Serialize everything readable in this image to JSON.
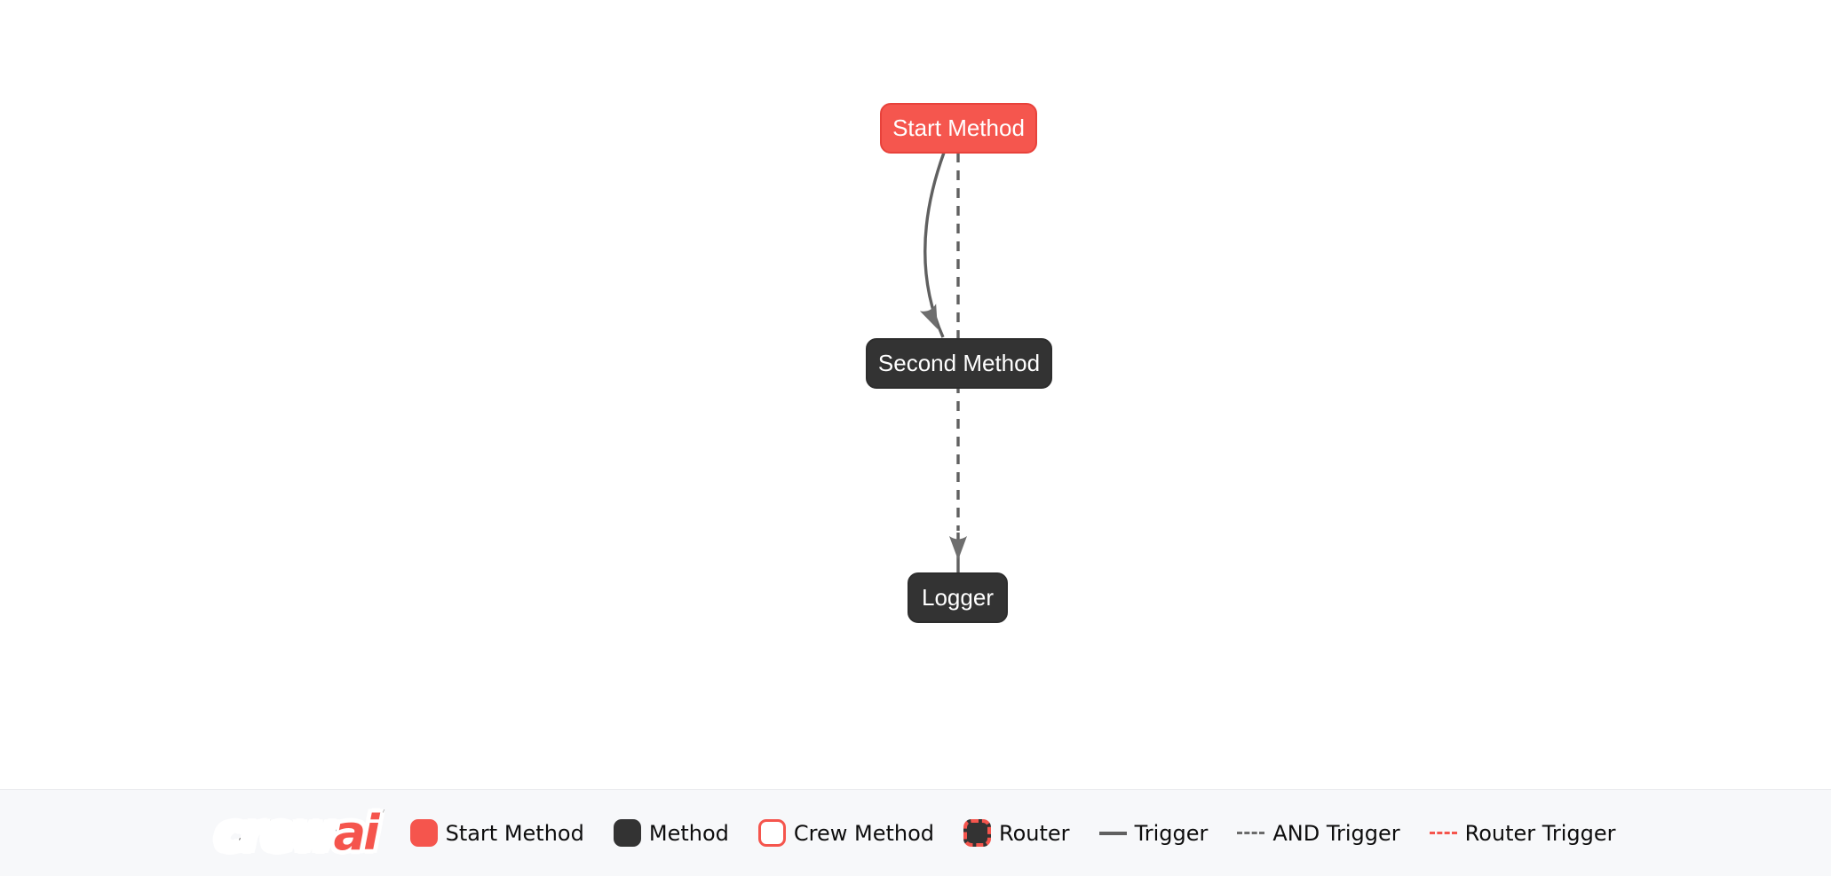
{
  "diagram": {
    "nodes": [
      {
        "label": "Start Method",
        "type": "start-method"
      },
      {
        "label": "Second Method",
        "type": "method"
      },
      {
        "label": "Logger",
        "type": "method"
      }
    ],
    "edges": [
      {
        "from": "Start Method",
        "to": "Second Method",
        "type": "Trigger",
        "style": "solid-curved"
      },
      {
        "from": "Start Method",
        "to": "Logger",
        "type": "AND Trigger",
        "style": "dashed-straight"
      }
    ]
  },
  "footer": {
    "brand": {
      "word1": "crew",
      "word2": "ai"
    },
    "legend": [
      {
        "label": "Start Method",
        "swatch": "box-start-method"
      },
      {
        "label": "Method",
        "swatch": "box-method"
      },
      {
        "label": "Crew Method",
        "swatch": "box-crew-method"
      },
      {
        "label": "Router",
        "swatch": "box-router"
      },
      {
        "label": "Trigger",
        "swatch": "line-solid"
      },
      {
        "label": "AND Trigger",
        "swatch": "line-dashed-gray"
      },
      {
        "label": "Router Trigger",
        "swatch": "line-dashed-red"
      }
    ]
  },
  "colors": {
    "start_method_fill": "#F5564E",
    "start_method_border": "#E8423B",
    "method_fill": "#333333",
    "edge_gray": "#606060",
    "brand_red": "#F5554D",
    "footer_bg": "#F7F8FA"
  }
}
